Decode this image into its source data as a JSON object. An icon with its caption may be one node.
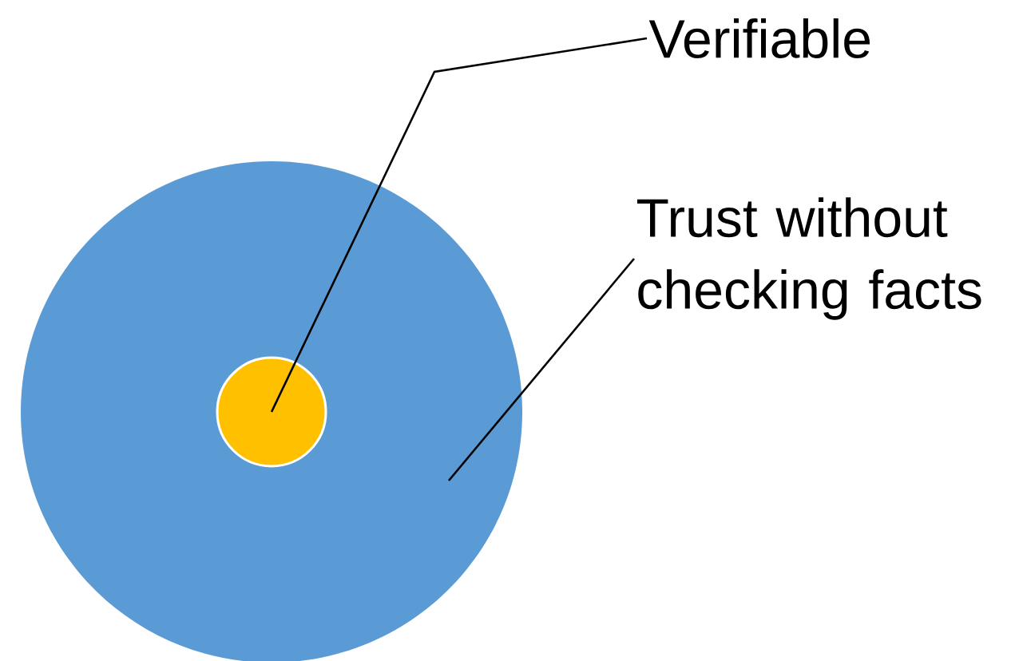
{
  "diagram": {
    "nodes": [
      {
        "text": [
          "Verifiable"
        ]
      },
      {
        "text": [
          "Trust without checking facts"
        ]
      },
      {
        "text": [],
        "shape": "circle"
      },
      {
        "text": [],
        "shape": "circle",
        "in": 2
      }
    ],
    "edges": [
      {
        "from": 0,
        "to": 3,
        "arrow": "none"
      },
      {
        "from": 1,
        "to": 2,
        "arrow": "none"
      }
    ]
  }
}
